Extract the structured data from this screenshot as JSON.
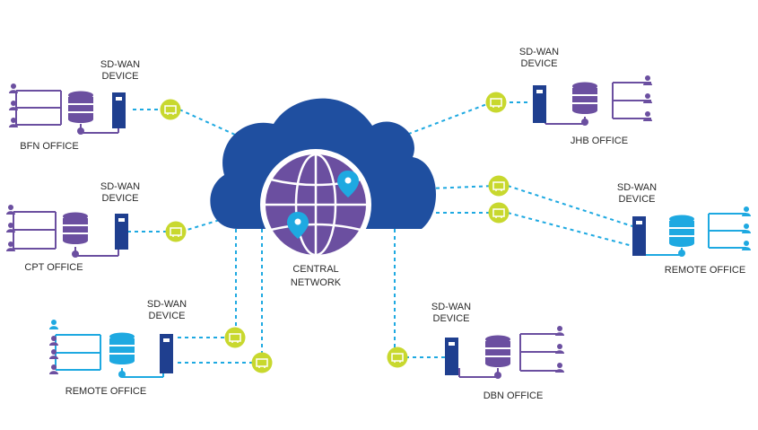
{
  "labels": {
    "central": [
      "CENTRAL",
      "NETWORK"
    ],
    "device": [
      "SD-WAN",
      "DEVICE"
    ],
    "offices": {
      "bfn": "BFN OFFICE",
      "cpt": "CPT OFFICE",
      "remote_left": "REMOTE OFFICE",
      "jhb": "JHB OFFICE",
      "remote_right": "REMOTE OFFICE",
      "dbn": "DBN OFFICE"
    }
  },
  "colors": {
    "cloud": "#1f4fa0",
    "globe": "#6b4fa0",
    "device": "#1f3f8f",
    "purple": "#6b4fa0",
    "blue": "#1ea9e1",
    "router": "#c8d82e",
    "pin": "#1ea9e1"
  }
}
